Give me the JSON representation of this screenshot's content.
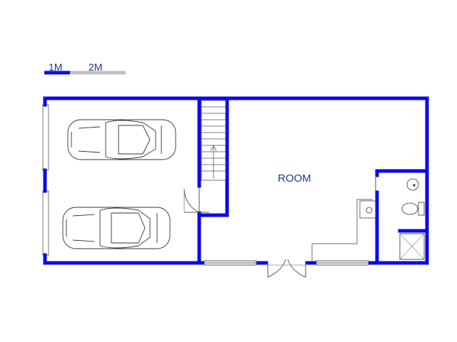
{
  "scale_bar": {
    "label_1m": "1M",
    "label_2m": "2M"
  },
  "rooms": {
    "room_label": "ROOM"
  },
  "colors": {
    "wall": "#0a0ae6",
    "line": "#555555",
    "scale_active": "#0a0ae6",
    "scale_inactive": "#c0c0c0",
    "label": "#1a3a8c"
  },
  "icons": [
    "car-icon",
    "car-icon",
    "stairs-icon",
    "door-swing-icon",
    "sink-icon",
    "toilet-icon",
    "shower-icon",
    "double-door-icon"
  ]
}
